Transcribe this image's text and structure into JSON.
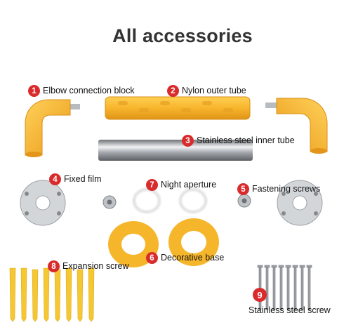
{
  "title": "All accessories",
  "colors": {
    "yellow": "#f5b42b",
    "yellow_dark": "#d9901a",
    "steel": "#c9ccd0",
    "badge": "#d92b2b"
  },
  "labels": [
    {
      "num": "1",
      "text": "Elbow connection block"
    },
    {
      "num": "2",
      "text": "Nylon outer tube"
    },
    {
      "num": "3",
      "text": "Stainless steel inner tube"
    },
    {
      "num": "4",
      "text": "Fixed film"
    },
    {
      "num": "5",
      "text": "Fastening screws"
    },
    {
      "num": "6",
      "text": "Decorative base"
    },
    {
      "num": "7",
      "text": "Night aperture"
    },
    {
      "num": "8",
      "text": "Expansion screw"
    },
    {
      "num": "9",
      "text": "Stainless steel screw"
    }
  ]
}
